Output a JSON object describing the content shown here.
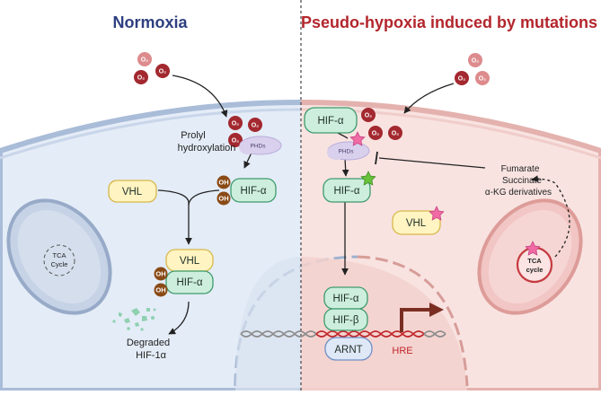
{
  "titles": {
    "left": "Normoxia",
    "right": "Pseudo-hypoxia induced by mutations"
  },
  "labels": {
    "prolyl_line1": "Prolyl",
    "prolyl_line2": "hydroxylation",
    "degraded_line1": "Degraded",
    "degraded_line2": "HIF-1α",
    "fumarate": "Fumarate",
    "succinate": "Succinate",
    "akg": "α-KG derivatives",
    "hre": "HRE",
    "tca_left_line1": "TCA",
    "tca_left_line2": "Cycle",
    "tca_right_line1": "TCA",
    "tca_right_line2": "cycle"
  },
  "molecules": {
    "o2": "O₂",
    "oh": "OH",
    "phds": "PHDs",
    "hif_alpha": "HIF-α",
    "hif_beta": "HIF-β",
    "vhl": "VHL",
    "arnt": "ARNT"
  },
  "colors": {
    "normoxia_bg": "#e4ecf7",
    "hypoxia_bg": "#f8e3e1",
    "hif_fill": "#cdeedd",
    "hif_stroke": "#3d9a6c",
    "vhl_fill": "#fff4c2",
    "vhl_stroke": "#d8b84a",
    "o2_dark": "#a3282f",
    "o2_light": "#dd8b8d",
    "oh_fill": "#8a4a16",
    "phds_fill": "#d8d0ec",
    "star_pink": "#f06aa3",
    "star_green": "#67c23a",
    "dna_red": "#c0262b",
    "dna_gray": "#8c8c8c",
    "arrow_dark": "#7a2e22"
  }
}
